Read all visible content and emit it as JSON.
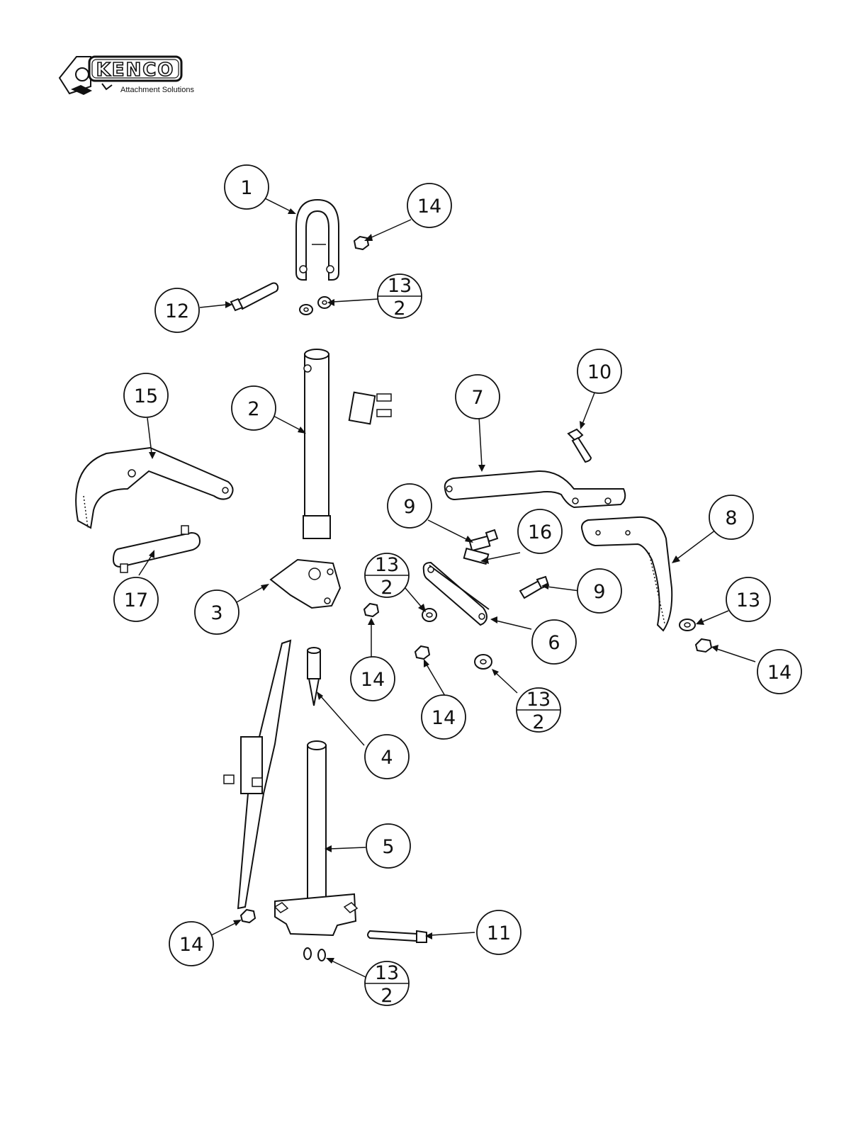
{
  "brand": {
    "name": "KENCO",
    "tagline": "Attachment Solutions"
  },
  "balloons": [
    {
      "id": "b1",
      "label": "1"
    },
    {
      "id": "b14a",
      "label": "14"
    },
    {
      "id": "b12",
      "label": "12"
    },
    {
      "id": "b13a",
      "label": "13",
      "qty": "2"
    },
    {
      "id": "b2",
      "label": "2"
    },
    {
      "id": "b15",
      "label": "15"
    },
    {
      "id": "b7",
      "label": "7"
    },
    {
      "id": "b10",
      "label": "10"
    },
    {
      "id": "b9a",
      "label": "9"
    },
    {
      "id": "b16",
      "label": "16"
    },
    {
      "id": "b8",
      "label": "8"
    },
    {
      "id": "b13b",
      "label": "13",
      "qty": "2"
    },
    {
      "id": "b9b",
      "label": "9"
    },
    {
      "id": "b17",
      "label": "17"
    },
    {
      "id": "b3",
      "label": "3"
    },
    {
      "id": "b13c",
      "label": "13"
    },
    {
      "id": "b6",
      "label": "6"
    },
    {
      "id": "b14b",
      "label": "14"
    },
    {
      "id": "b14c",
      "label": "14"
    },
    {
      "id": "b13d",
      "label": "13",
      "qty": "2"
    },
    {
      "id": "b14d",
      "label": "14"
    },
    {
      "id": "b4",
      "label": "4"
    },
    {
      "id": "b5",
      "label": "5"
    },
    {
      "id": "b11",
      "label": "11"
    },
    {
      "id": "b14e",
      "label": "14"
    },
    {
      "id": "b13e",
      "label": "13",
      "qty": "2"
    }
  ]
}
